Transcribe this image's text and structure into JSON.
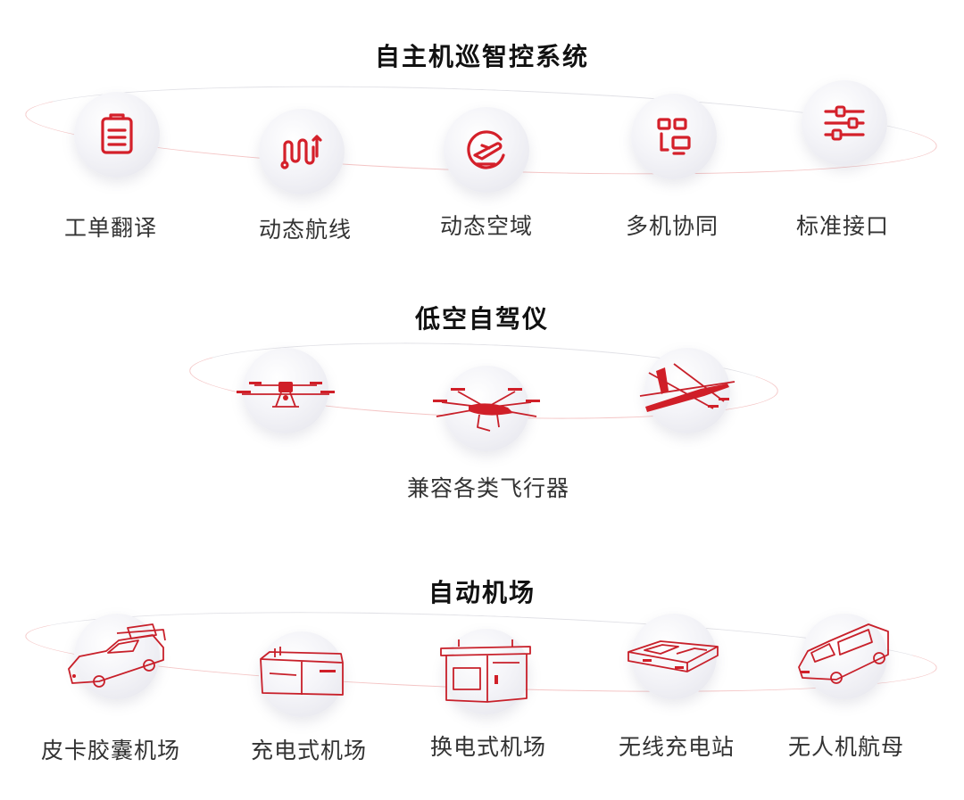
{
  "sections": {
    "control": {
      "title": "自主机巡智控系统",
      "items": [
        {
          "label": "工单翻译",
          "icon": "clipboard-icon"
        },
        {
          "label": "动态航线",
          "icon": "route-icon"
        },
        {
          "label": "动态空域",
          "icon": "airspace-plane-icon"
        },
        {
          "label": "多机协同",
          "icon": "multi-device-icon"
        },
        {
          "label": "标准接口",
          "icon": "sliders-icon"
        }
      ]
    },
    "autopilot": {
      "title": "低空自驾仪",
      "caption": "兼容各类飞行器",
      "items": [
        {
          "icon": "quadcopter-drone-icon"
        },
        {
          "icon": "hexacopter-drone-icon"
        },
        {
          "icon": "fixed-wing-vtol-icon"
        }
      ]
    },
    "airport": {
      "title": "自动机场",
      "items": [
        {
          "label": "皮卡胶囊机场",
          "icon": "pickup-truck-hangar-icon"
        },
        {
          "label": "充电式机场",
          "icon": "charging-hangar-icon"
        },
        {
          "label": "换电式机场",
          "icon": "battery-swap-hangar-icon"
        },
        {
          "label": "无线充电站",
          "icon": "wireless-charging-pad-icon"
        },
        {
          "label": "无人机航母",
          "icon": "drone-carrier-van-icon"
        }
      ]
    }
  },
  "colors": {
    "accent": "#d4202a",
    "text": "#333333",
    "title": "#111111"
  }
}
